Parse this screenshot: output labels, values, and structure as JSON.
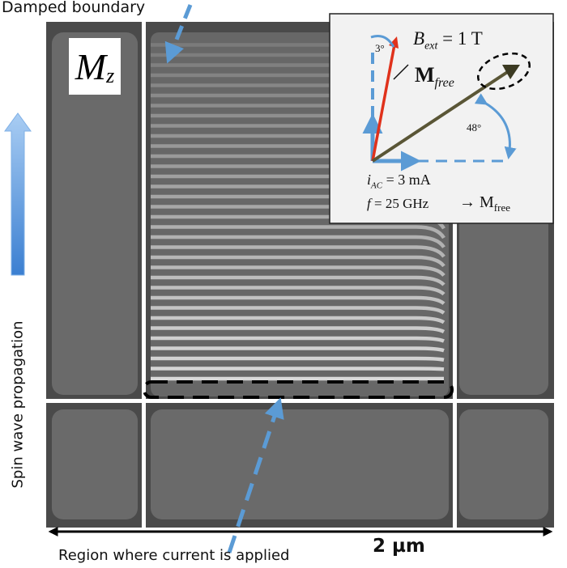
{
  "labels": {
    "damped_boundary": "Damped boundary",
    "region_current": "Region where current is applied",
    "scale_bar": "2 µm",
    "propagation": "Spin wave propagation"
  },
  "panel_label": {
    "main": "M",
    "sub": "z"
  },
  "inset": {
    "bext_symbol": "B",
    "bext_sub": "ext",
    "bext_value": "= 1 T",
    "mfree_symbol": "M",
    "mfree_sub": "free",
    "angle_small": "3°",
    "angle_large": "48°",
    "iac_symbol": "i",
    "iac_sub": "AC",
    "iac_value": "= 3 mA",
    "freq_symbol": "f",
    "freq_value": "= 25 GHz",
    "arrow_mfree": "→ M",
    "arrow_mfree_sub": "free"
  },
  "colors": {
    "accent_blue": "#5b9bd5",
    "red_arrow": "#e0321c",
    "olive_arrow": "#5a5636",
    "dark_gray": "#4a4a4a",
    "mid_gray": "#6e6e6e"
  }
}
